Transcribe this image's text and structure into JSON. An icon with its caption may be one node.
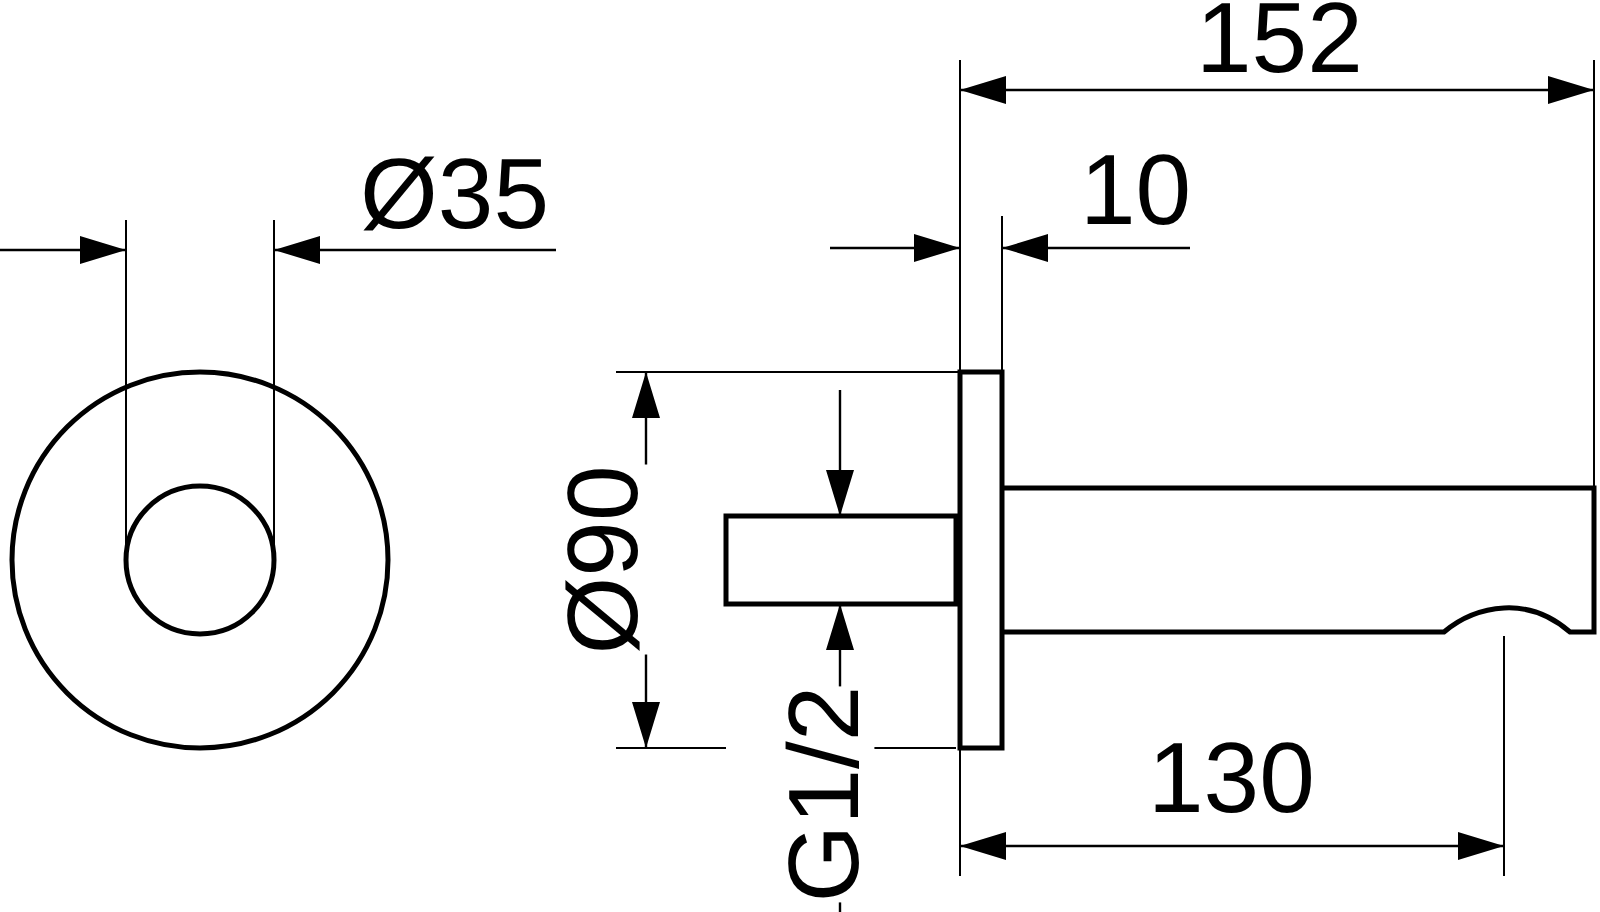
{
  "diagram": {
    "labels": [
      "Ø35",
      "152",
      "10",
      "Ø90",
      "G1/2",
      "130"
    ]
  }
}
